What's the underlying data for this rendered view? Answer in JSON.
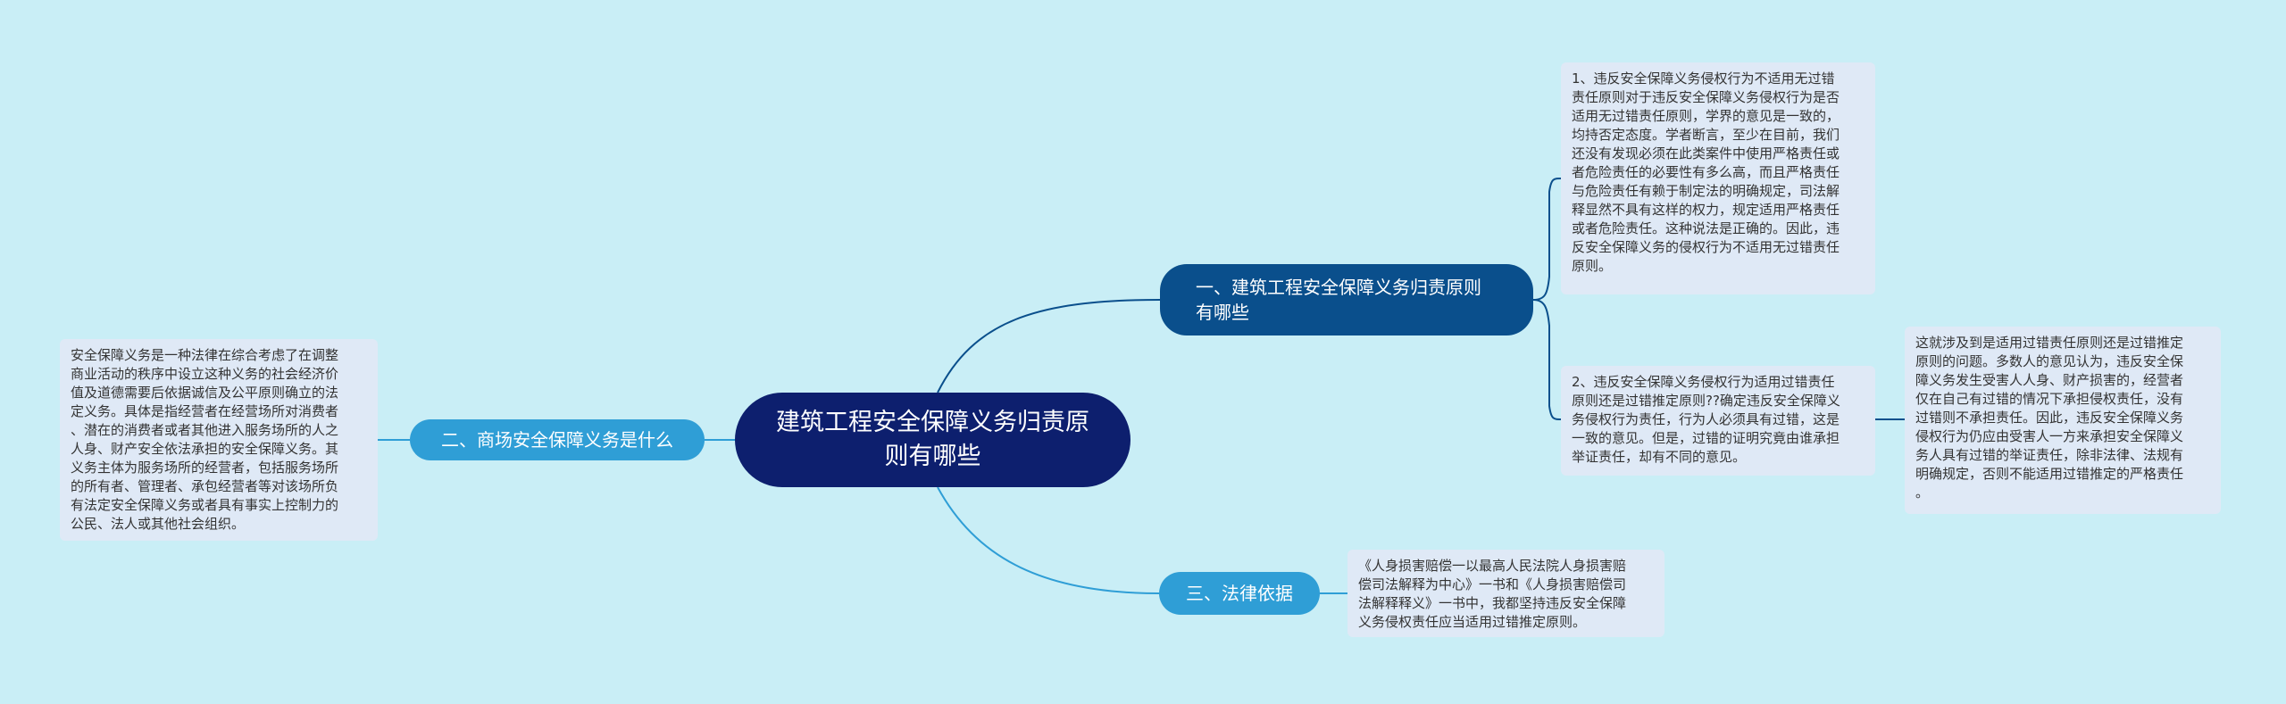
{
  "root": {
    "text": "建筑工程安全保障义务归责原则有哪些"
  },
  "branches": [
    {
      "text": "一、建筑工程安全保障义务归责原则有哪些"
    },
    {
      "text": "二、商场安全保障义务是什么"
    },
    {
      "text": "三、法律依据"
    }
  ],
  "leaves": [
    {
      "text": "1、违反安全保障义务侵权行为不适用无过错\n责任原则对于违反安全保障义务侵权行为是否\n适用无过错责任原则，学界的意见是一致的，\n均持否定态度。学者断言，至少在目前，我们\n还没有发现必须在此类案件中使用严格责任或\n者危险责任的必要性有多么高，而且严格责任\n与危险责任有赖于制定法的明确规定，司法解\n释显然不具有这样的权力，规定适用严格责任\n或者危险责任。这种说法是正确的。因此，违\n反安全保障义务的侵权行为不适用无过错责任\n原则。"
    },
    {
      "text": "2、违反安全保障义务侵权行为适用过错责任\n原则还是过错推定原则??确定违反安全保障义\n务侵权行为责任，行为人必须具有过错，这是\n一致的意见。但是，过错的证明究竟由谁承担\n举证责任，却有不同的意见。"
    },
    {
      "text": "这就涉及到是适用过错责任原则还是过错推定\n原则的问题。多数人的意见认为，违反安全保\n障义务发生受害人人身、财产损害的，经营者\n仅在自己有过错的情况下承担侵权责任，没有\n过错则不承担责任。因此，违反安全保障义务\n侵权行为仍应由受害人一方来承担安全保障义\n务人具有过错的举证责任，除非法律、法规有\n明确规定，否则不能适用过错推定的严格责任\n。"
    },
    {
      "text": "安全保障义务是一种法律在综合考虑了在调整\n商业活动的秩序中设立这种义务的社会经济价\n值及道德需要后依据诚信及公平原则确立的法\n定义务。具体是指经营者在经营场所对消费者\n、潜在的消费者或者其他进入服务场所的人之\n人身、财产安全依法承担的安全保障义务。其\n义务主体为服务场所的经营者，包括服务场所\n的所有者、管理者、承包经营者等对该场所负\n有法定安全保障义务或者具有事实上控制力的\n公民、法人或其他社会组织。"
    },
    {
      "text": "《人身损害赔偿一以最高人民法院人身损害赔\n偿司法解释为中心》一书和《人身损害赔偿司\n法解释释义》一书中，我都坚持违反安全保障\n义务侵权责任应当适用过错推定原则。"
    }
  ],
  "colors": {
    "background": "#c9eef6",
    "root": "#0d1f6e",
    "branch_primary": "#0a4f8c",
    "branch_secondary": "#2f9ed6",
    "leaf": "#dfe9f6",
    "line": "#0a4f8c"
  }
}
